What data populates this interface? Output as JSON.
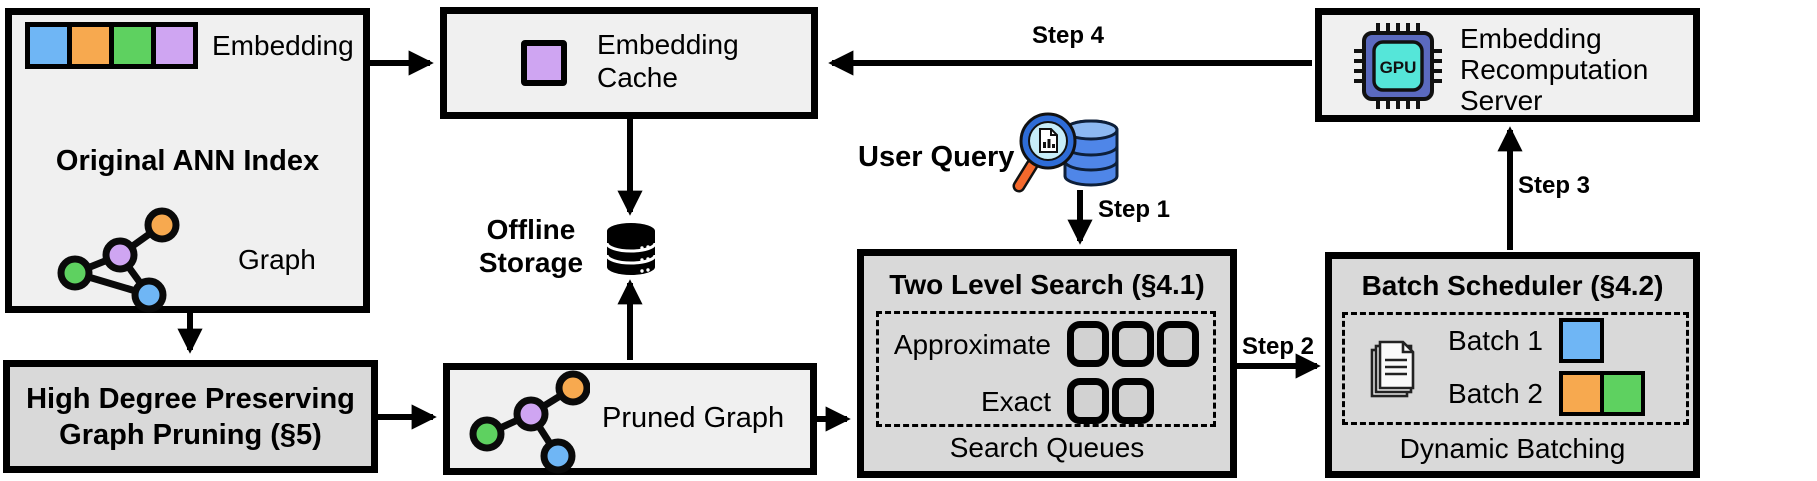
{
  "nodes": {
    "original_index": {
      "embedding_label": "Embedding",
      "title": "Original ANN Index",
      "graph_label": "Graph"
    },
    "embedding_cache": {
      "lines": [
        "Embedding",
        "Cache"
      ]
    },
    "offline_storage": {
      "lines": [
        "Offline",
        "Storage"
      ]
    },
    "user_query": {
      "label": "User Query"
    },
    "two_level_search": {
      "title": "Two Level Search (§4.1)",
      "approximate_label": "Approximate",
      "exact_label": "Exact",
      "approximate_queue_count": 3,
      "exact_queue_count": 2,
      "footer": "Search Queues"
    },
    "batch_scheduler": {
      "title": "Batch Scheduler (§4.2)",
      "batch1_label": "Batch 1",
      "batch2_label": "Batch 2",
      "footer": "Dynamic Batching"
    },
    "recomputation_server": {
      "lines": [
        "Embedding",
        "Recomputation",
        "Server"
      ],
      "chip_label": "GPU"
    },
    "graph_pruning": {
      "lines": [
        "High Degree Preserving",
        "Graph Pruning (§5)"
      ]
    },
    "pruned_graph": {
      "label": "Pruned Graph"
    }
  },
  "steps": {
    "step1": "Step 1",
    "step2": "Step 2",
    "step3": "Step 3",
    "step4": "Step 4"
  },
  "icons": {
    "embedding_vector": "row-of-colored-squares",
    "cached_embedding": "purple-square",
    "graph": "node-link-graph",
    "pruned_graph": "node-link-tree",
    "offline_storage": "database-cylinder",
    "user_query": "magnifier-over-database",
    "gpu_chip": "gpu-processor-chip",
    "documents": "stacked-documents"
  },
  "palette": {
    "vector": [
      "#6fb6f5",
      "#f7a94f",
      "#5ed160",
      "#cfa5f2"
    ],
    "cache_square": "#cfa5f2",
    "batch1": [
      "#6fb6f5"
    ],
    "batch2": [
      "#f7a94f",
      "#5ed160"
    ],
    "graph_nodes": {
      "green": "#5ed160",
      "purple": "#cfa5f2",
      "orange": "#f7a94f",
      "blue": "#6fb6f5"
    },
    "box_light": "#f0f0f0",
    "box_dark": "#d9d9d9",
    "queue_fill": "#d2d2d2",
    "gpu_chip_body": "#5b6abf",
    "gpu_chip_screen": "#55e6d9",
    "db_blue": "#4f86e8",
    "magnifier_rim": "#2e6cd6",
    "magnifier_lens": "#c7edf8",
    "handle_orange": "#f4692c",
    "arrow": "#000000"
  }
}
